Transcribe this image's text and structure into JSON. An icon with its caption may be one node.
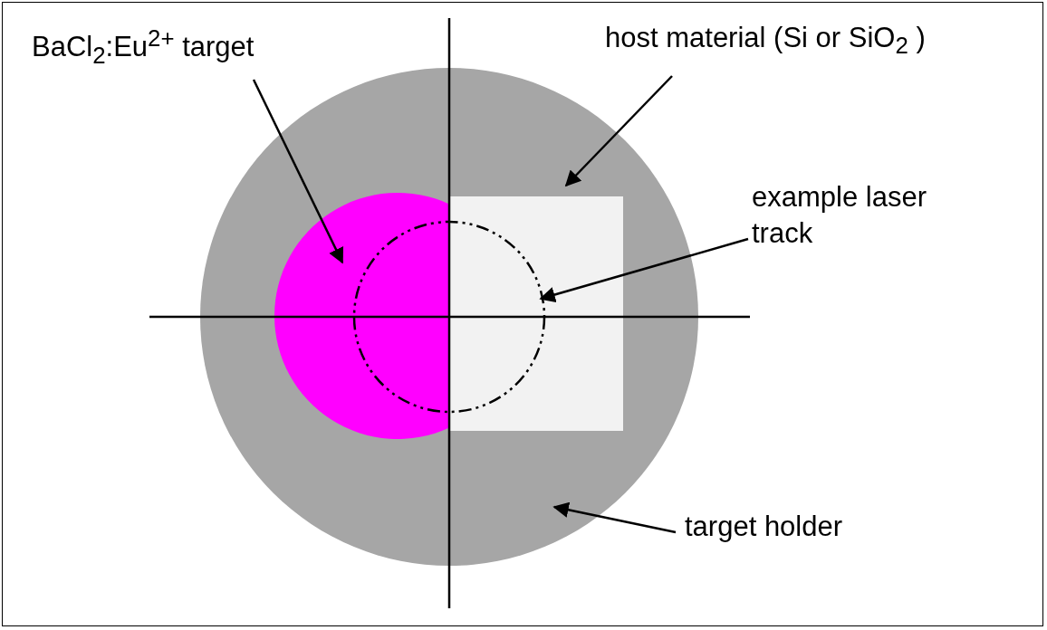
{
  "diagram": {
    "nodes": [
      {
        "text": [
          "BaCl$_{2}$:Eu$^{2+}$ target"
        ]
      },
      {
        "text": [
          "host material (Si or SiO$_{2}$ )"
        ]
      },
      {
        "text": [
          "example laser track"
        ]
      },
      {
        "text": [
          "target holder"
        ]
      },
      {
        "text": [],
        "shape": "circle",
        "in": 7
      },
      {
        "text": [],
        "shape": "box",
        "in": 7
      },
      {
        "text": [],
        "shape": "circle",
        "in": 7
      },
      {
        "text": [],
        "shape": "circle"
      }
    ],
    "edges": [
      {
        "from": 0,
        "to": 4,
        "arrow": "to"
      },
      {
        "from": 1,
        "to": 5,
        "arrow": "to"
      },
      {
        "from": 2,
        "to": 6,
        "arrow": "to"
      },
      {
        "from": 3,
        "to": 7,
        "arrow": "to"
      }
    ]
  }
}
